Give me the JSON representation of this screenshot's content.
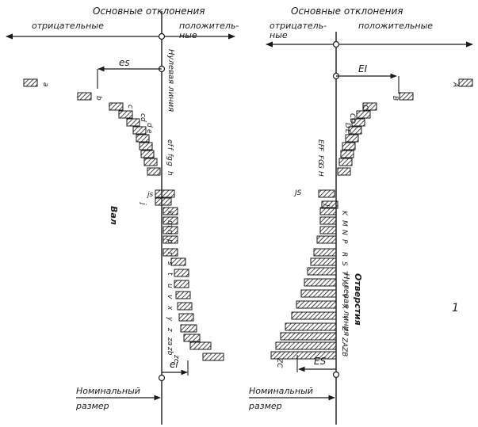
{
  "left_panel": {
    "header": "Основные отклонения",
    "negative_label": "отрицательные",
    "positive_label_line1": "положитель-",
    "positive_label_line2": "ные",
    "upper_deviation_label": "es",
    "lower_deviation_label": "ei",
    "zero_line_label": "Нулевая линия",
    "object_label": "Вал",
    "nominal_line1": "Номинальный",
    "nominal_line2": "размер",
    "letters": [
      "a",
      "b",
      "c",
      "cd",
      "d",
      "e",
      "ef",
      "f",
      "fg",
      "g",
      "h",
      "js",
      "j",
      "k",
      "m",
      "n",
      "p",
      "r",
      "s",
      "t",
      "u",
      "v",
      "x",
      "y",
      "z",
      "za",
      "zb",
      "zc"
    ]
  },
  "right_panel": {
    "header": "Основные отклонения",
    "negative_label_line1": "отрицатель-",
    "negative_label_line2": "ные",
    "positive_label": "положительные",
    "lower_deviation_label": "EI",
    "upper_deviation_label": "ES",
    "zero_line_label": "Нулевая линия",
    "object_label": "Отверстия",
    "nominal_line1": "Номинальный",
    "nominal_line2": "размер",
    "letters": [
      "A",
      "B",
      "C",
      "CD",
      "D",
      "E",
      "EF",
      "F",
      "FG",
      "G",
      "H",
      "JS",
      "J",
      "K",
      "M",
      "N",
      "P",
      "R",
      "S",
      "T",
      "U",
      "V",
      "X",
      "Y",
      "Z",
      "ZA",
      "ZB",
      "ZC"
    ]
  },
  "margin_mark": "1",
  "colors": {
    "ink": "#1a1a1a",
    "background": "#ffffff"
  }
}
